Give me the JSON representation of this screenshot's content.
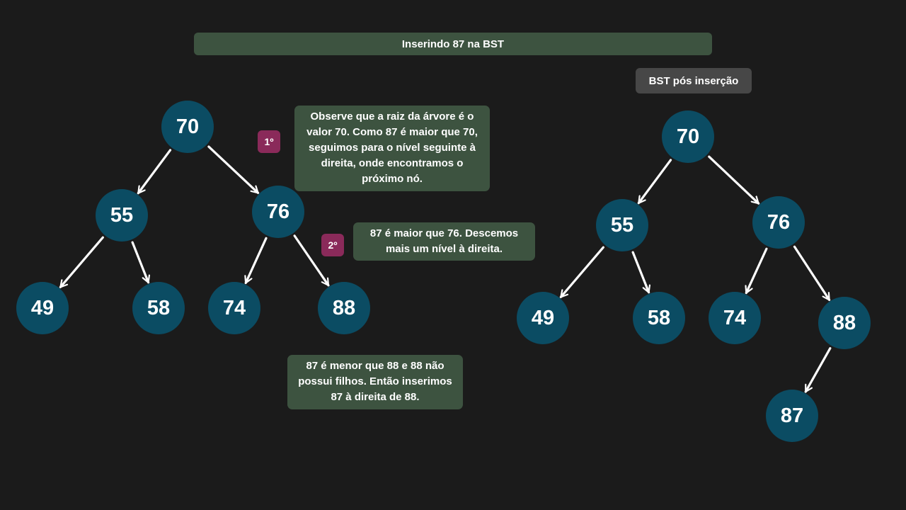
{
  "title": "Inserindo 87 na BST",
  "after_label": "BST pós inserção",
  "steps": [
    {
      "badge": "1º",
      "text": "Observe que a raiz da árvore é o valor 70. Como 87 é maior que 70, seguimos para o nível seguinte à direita, onde encontramos o próximo nó."
    },
    {
      "badge": "2º",
      "text": "87 é maior que 76. Descemos mais um nível à direita."
    },
    {
      "text": "87 é menor que 88 e 88 não possui filhos. Então inserimos 87 à direita de 88."
    }
  ],
  "tree_before": {
    "nodes": [
      "70",
      "55",
      "76",
      "49",
      "58",
      "74",
      "88"
    ],
    "edges": [
      [
        "70",
        "55"
      ],
      [
        "70",
        "76"
      ],
      [
        "55",
        "49"
      ],
      [
        "55",
        "58"
      ],
      [
        "76",
        "74"
      ],
      [
        "76",
        "88"
      ]
    ]
  },
  "tree_after": {
    "nodes": [
      "70",
      "55",
      "76",
      "49",
      "58",
      "74",
      "88",
      "87"
    ],
    "edges": [
      [
        "70",
        "55"
      ],
      [
        "70",
        "76"
      ],
      [
        "55",
        "49"
      ],
      [
        "55",
        "58"
      ],
      [
        "76",
        "74"
      ],
      [
        "76",
        "88"
      ],
      [
        "88",
        "87"
      ]
    ]
  },
  "colors": {
    "background": "#1b1b1b",
    "node": "#0b4c63",
    "note": "#3d5340",
    "badge": "#8a2a5a",
    "label": "#474747",
    "edge": "#ffffff"
  }
}
